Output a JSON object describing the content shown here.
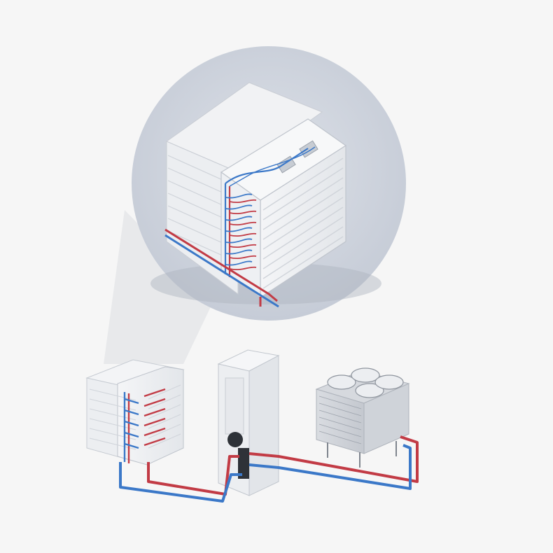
{
  "diagram": {
    "kind": "liquid-cooling-system-illustration",
    "components": [
      {
        "id": "server-rack-cluster",
        "label": ""
      },
      {
        "id": "coolant-distribution-unit",
        "label": ""
      },
      {
        "id": "dry-cooler",
        "label": ""
      }
    ],
    "callout": {
      "target": "server-rack-cluster",
      "shape": "circle-zoom"
    },
    "colors": {
      "background": "#f6f6f6",
      "callout_fill": "#cfd4de",
      "hot_pipe": "#c23b45",
      "cold_pipe": "#3b78c8",
      "equipment": "#e9ebef",
      "equipment_edge": "#b7bcc6",
      "fan_housing": "#c4c8cf"
    }
  }
}
